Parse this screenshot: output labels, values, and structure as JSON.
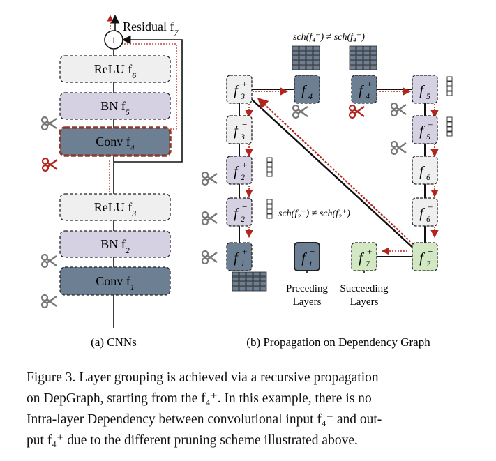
{
  "panel_a": {
    "residual_label": "Residual f",
    "residual_sub": "7",
    "plus_symbol": "+",
    "layers": [
      {
        "name": "ReLU f",
        "sub": "6"
      },
      {
        "name": "BN f",
        "sub": "5"
      },
      {
        "name": "Conv f",
        "sub": "4"
      },
      {
        "name": "ReLU f",
        "sub": "3"
      },
      {
        "name": "BN f",
        "sub": "2"
      },
      {
        "name": "Conv f",
        "sub": "1"
      }
    ],
    "caption": "(a) CNNs"
  },
  "panel_b": {
    "nodes": [
      {
        "id": "f3p",
        "base": "f",
        "sup": "+",
        "sub": "3"
      },
      {
        "id": "f4m",
        "base": "f",
        "sup": "−",
        "sub": "4"
      },
      {
        "id": "f4p",
        "base": "f",
        "sup": "+",
        "sub": "4"
      },
      {
        "id": "f5m",
        "base": "f",
        "sup": "−",
        "sub": "5"
      },
      {
        "id": "f3m",
        "base": "f",
        "sup": "−",
        "sub": "3"
      },
      {
        "id": "f5p",
        "base": "f",
        "sup": "+",
        "sub": "5"
      },
      {
        "id": "f2p",
        "base": "f",
        "sup": "+",
        "sub": "2"
      },
      {
        "id": "f6m",
        "base": "f",
        "sup": "−",
        "sub": "6"
      },
      {
        "id": "f2m",
        "base": "f",
        "sup": "−",
        "sub": "2"
      },
      {
        "id": "f6p",
        "base": "f",
        "sup": "+",
        "sub": "6"
      },
      {
        "id": "f1p",
        "base": "f",
        "sup": "+",
        "sub": "1"
      },
      {
        "id": "f1m",
        "base": "f",
        "sup": "−",
        "sub": "1"
      },
      {
        "id": "f7p",
        "base": "f",
        "sup": "+",
        "sub": "7"
      },
      {
        "id": "f7m",
        "base": "f",
        "sup": "−",
        "sub": "7"
      }
    ],
    "sch_top": "sch(f₄⁻) ≠ sch(f₄⁺)",
    "sch_mid": "sch(f₂⁻) ≠ sch(f₂⁺)",
    "legend_preceding_1": "Preceding",
    "legend_preceding_2": "Layers",
    "legend_succeeding_1": "Succeeding",
    "legend_succeeding_2": "Layers",
    "caption": "(b) Propagation on Dependency Graph"
  },
  "caption": {
    "lines": [
      "Figure 3. Layer grouping is achieved via a recursive propagation",
      "on DepGraph, starting from the f₄⁺. In this example, there is no",
      "Intra-layer Dependency between convolutional input f₄⁻ and out-",
      "put f₄⁺ due to the different pruning scheme illustrated above."
    ]
  },
  "colors": {
    "dark_blue": "#6d7f93",
    "lavender": "#d5d0e2",
    "light_gray": "#efefef",
    "light_green": "#d2e8c2",
    "accent_red": "#b3241c",
    "conv_border": "#8c3a2a"
  }
}
